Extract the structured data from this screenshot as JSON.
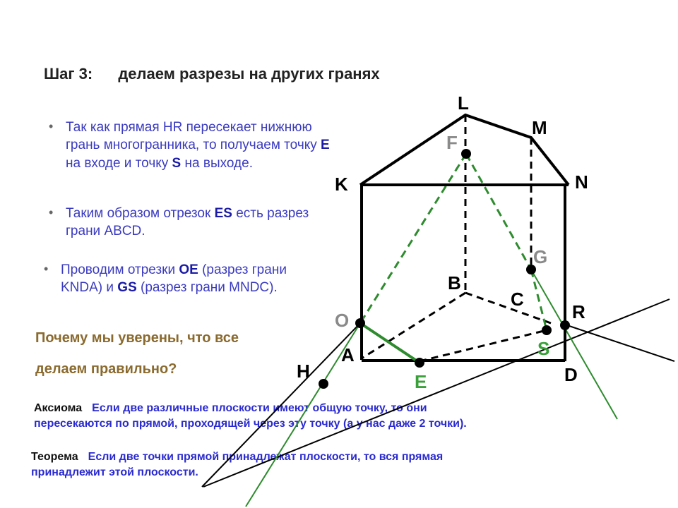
{
  "heading": {
    "step": "Шаг 3:",
    "title": "делаем разрезы на других гранях"
  },
  "bullets": [
    {
      "parts": [
        "Так как прямая HR пересекает нижнюю грань многогранника, то получаем точку ",
        "E",
        " на входе и точку ",
        "S",
        " на выходе."
      ]
    },
    {
      "parts": [
        "Таким  образом отрезок ",
        "ES",
        " есть разрез грани ABCD."
      ]
    },
    {
      "parts": [
        "Проводим отрезки ",
        "OE",
        " (разрез грани KNDA) и ",
        "GS",
        " (разрез грани MNDC)."
      ]
    }
  ],
  "question": {
    "line1": "Почему мы уверены, что все",
    "line2": "делаем правильно?"
  },
  "axiom": {
    "label": "Аксиома",
    "line1": "Если две различные плоскости имеют общую точку, то они",
    "line2": "пересекаются по прямой, проходящей через эту точку (а у нас даже 2 точки)."
  },
  "theorem": {
    "label": "Теорема",
    "line1": "Если две точки прямой принадлежат плоскости, то вся прямая",
    "line2": "принадлежит этой плоскости."
  },
  "diagram": {
    "labels": {
      "L": "L",
      "M": "M",
      "N": "N",
      "K": "K",
      "F": "F",
      "G": "G",
      "B": "B",
      "C": "C",
      "R": "R",
      "O": "O",
      "A": "A",
      "S": "S",
      "H": "H",
      "E": "E",
      "D": "D"
    },
    "colors": {
      "edge": "#000000",
      "green": "#2e8b2e",
      "gray_label": "#8a8a8a",
      "green_label": "#3aa03a"
    }
  }
}
